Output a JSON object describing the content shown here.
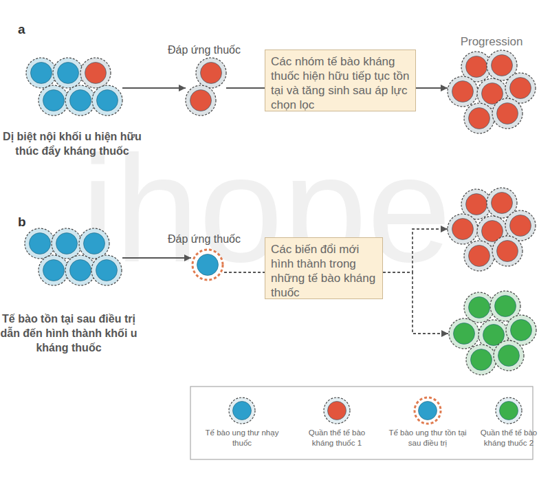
{
  "diagram": {
    "nodes": [
      {
        "text": [
          "Dị biệt nội khối u hiện hữu thúc đẩy kháng thuốc"
        ]
      },
      {
        "text": [
          "Đáp ứng thuốc"
        ]
      },
      {
        "text": [
          "Các nhóm tế bào kháng thuốc hiện hữu tiếp tục tồn tại và tăng sinh sau áp lực chọn lọc"
        ]
      },
      {
        "text": [
          "Progression"
        ]
      },
      {
        "text": [
          "Tế bào tồn tại sau điều trị dẫn đến hình thành khối u kháng thuốc"
        ]
      },
      {
        "text": [
          "Đáp ứng thuốc"
        ]
      },
      {
        "text": [
          "Các biến đổi mới hình thành trong những tế bào kháng thuốc"
        ]
      },
      {
        "text": []
      },
      {
        "text": []
      }
    ],
    "edges": [
      {
        "from": 0,
        "to": 1,
        "arrow": "to"
      },
      {
        "from": 1,
        "to": 2,
        "arrow": "none"
      },
      {
        "from": 2,
        "to": 3,
        "arrow": "to"
      },
      {
        "from": 4,
        "to": 5,
        "arrow": "to"
      },
      {
        "from": 5,
        "to": 6,
        "arrow": "none"
      },
      {
        "from": 6,
        "to": 7,
        "arrow": "to"
      },
      {
        "from": 6,
        "to": 8,
        "arrow": "to"
      }
    ],
    "labels": [
      "a",
      "b",
      "ihope"
    ],
    "legend": [
      {
        "text": "Tế bào ung thư nhạy thuốc",
        "color": "#2d9fcc"
      },
      {
        "text": "Quần thể tế bào kháng thuốc 1",
        "color": "#e2553d"
      },
      {
        "text": "Tế bào ung thư tồn tại sau điều trị"
      },
      {
        "text": "Quần thể tế bào kháng thuốc 2",
        "color": "#3cb04c"
      }
    ]
  }
}
